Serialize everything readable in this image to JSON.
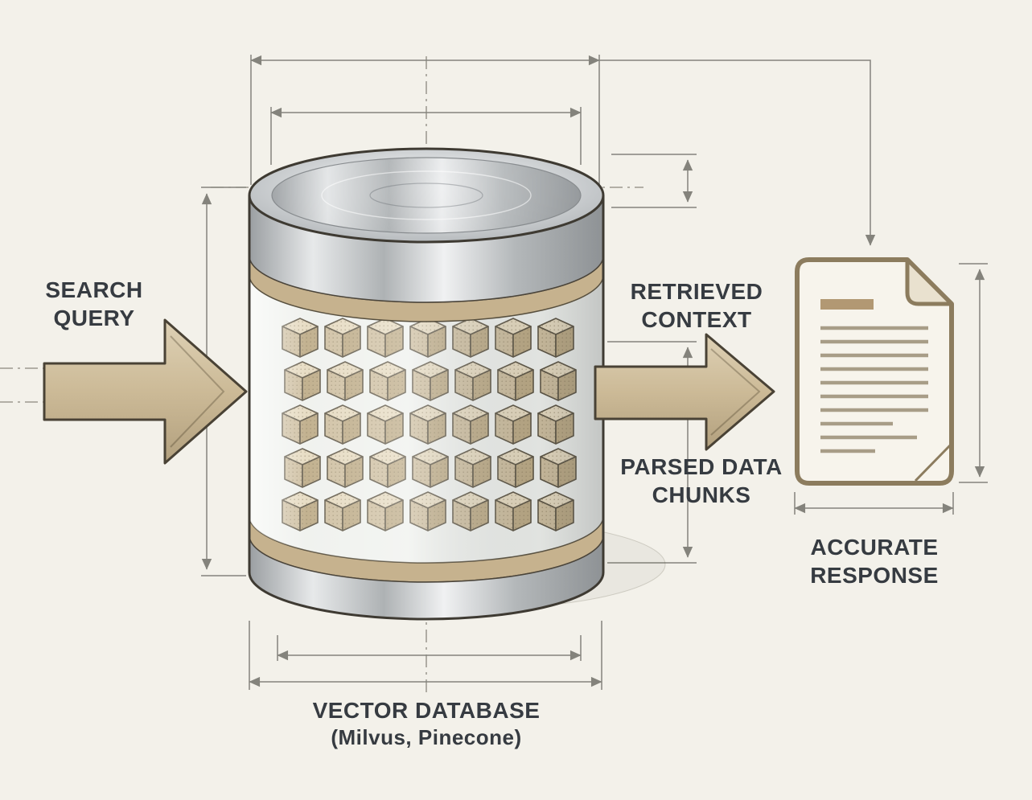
{
  "background": "#f3f1ea",
  "colors": {
    "text": "#363b41",
    "tan_accent": "#c6b28e",
    "outline": "#494235",
    "dimension_line": "#84837c",
    "metal_light": "#e9ebec",
    "metal_dark": "#9fa3a6",
    "document_border": "#8c7c5e"
  },
  "labels": {
    "search_query": {
      "line1": "SEARCH",
      "line2": "QUERY"
    },
    "retrieved_context": {
      "line1": "RETRIEVED",
      "line2": "CONTEXT"
    },
    "parsed_data_chunks": {
      "line1": "PARSED DATA",
      "line2": "CHUNKS"
    },
    "accurate_response": {
      "line1": "ACCURATE",
      "line2": "RESPONSE"
    },
    "vector_database": {
      "title": "VECTOR DATABASE",
      "subtitle": "(Milvus, Pinecone)"
    }
  },
  "icons": {
    "cylinder": "vector-database-cylinder",
    "cube": "embedding-cube",
    "arrow_in": "search-query-arrow",
    "arrow_out": "retrieved-context-arrow",
    "document": "accurate-response-document",
    "dimensions": "dimension-lines"
  }
}
